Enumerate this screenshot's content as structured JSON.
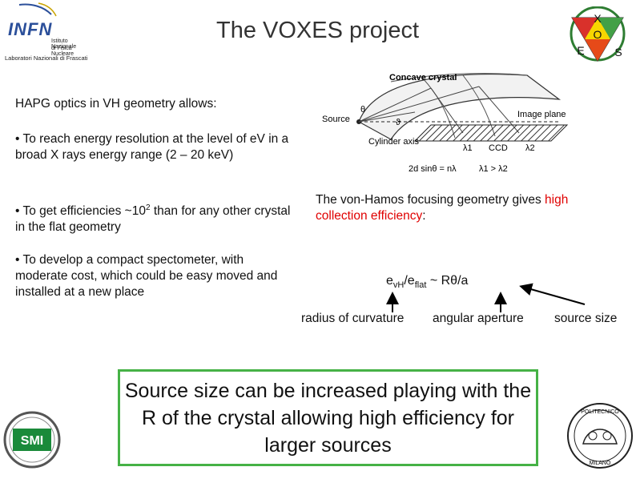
{
  "header": {
    "title": "The VOXES project",
    "infn_logo": {
      "word": "INFN",
      "line1": "Istituto Nazionale",
      "line2": "di Fisica Nucleare",
      "line3": "Laboratori Nazionali di Frascati"
    },
    "xeos_logo": {
      "x": "X",
      "e": "E",
      "o": "O",
      "s": "S"
    }
  },
  "left_column": {
    "intro": "HAPG optics in VH geometry allows:",
    "bullets": [
      "• To reach energy resolution at the level of eV in a broad X rays energy range (2 – 20 keV)",
      "• To get efficiencies ~102 than for any other crystal in the flat geometry",
      "• To develop a compact spectometer, with moderate cost, which could be easy moved and installed at a new place"
    ]
  },
  "diagram": {
    "labels": {
      "concave_crystal": "Concave crystal",
      "source": "Source",
      "theta": "θ",
      "vartheta": "ϑ",
      "image_plane": "Image plane",
      "cylinder_axis": "Cylinder axis",
      "lambda1": "λ1",
      "ccd": "CCD",
      "lambda2": "λ2",
      "bragg": "2d sinθ = nλ",
      "order": "λ1 > λ2"
    }
  },
  "right_column": {
    "vh_text_before": "The von-Hamos focusing geometry gives ",
    "vh_text_highlight_1": "high",
    "vh_text_highlight_2": "collection efficiency",
    "vh_text_after": ":",
    "formula": {
      "e1": "e",
      "sub1": "vH",
      "slash": "/e",
      "sub2": "flat",
      "rest": " ~ Rθ/a"
    },
    "labels": {
      "radius": "radius of curvature",
      "aperture": "angular aperture",
      "source_size": "source size"
    }
  },
  "note_box": {
    "text": "Source size can be increased playing with the R of the crystal allowing high efficiency for larger sources",
    "border_color": "#46b246"
  },
  "footer_logos": {
    "sm_logo": "SMI",
    "polimi_seal": {
      "top": "POLITECNICO",
      "bottom": "MILANO"
    }
  },
  "colors": {
    "highlight": "#e00000",
    "infn_blue": "#2b4f9a",
    "xeos_yellow": "#f7d600",
    "xeos_red": "#d9312b",
    "xeos_green": "#43a047"
  }
}
